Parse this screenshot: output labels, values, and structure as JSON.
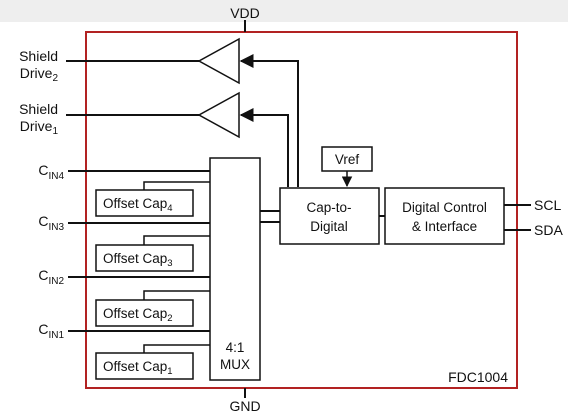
{
  "colors": {
    "chip_border": "#b22222",
    "line": "#111111",
    "background": "#ffffff",
    "top_bar": "#eeeeee"
  },
  "chip": {
    "name": "FDC1004",
    "supply": "VDD",
    "ground": "GND"
  },
  "shield": [
    {
      "line1": "Shield",
      "line2": "Drive",
      "sub": "2"
    },
    {
      "line1": "Shield",
      "line2": "Drive",
      "sub": "1"
    }
  ],
  "inputs": [
    {
      "base": "C",
      "sub": "IN4"
    },
    {
      "base": "C",
      "sub": "IN3"
    },
    {
      "base": "C",
      "sub": "IN2"
    },
    {
      "base": "C",
      "sub": "IN1"
    }
  ],
  "offset_caps": [
    {
      "base": "Offset Cap",
      "sub": "4"
    },
    {
      "base": "Offset Cap",
      "sub": "3"
    },
    {
      "base": "Offset Cap",
      "sub": "2"
    },
    {
      "base": "Offset Cap",
      "sub": "1"
    }
  ],
  "mux": {
    "line1": "4:1",
    "line2": "MUX"
  },
  "vref": "Vref",
  "cdc": {
    "line1": "Cap-to-",
    "line2": "Digital"
  },
  "dci": {
    "line1": "Digital Control",
    "line2": "& Interface"
  },
  "pins": {
    "scl": "SCL",
    "sda": "SDA"
  }
}
